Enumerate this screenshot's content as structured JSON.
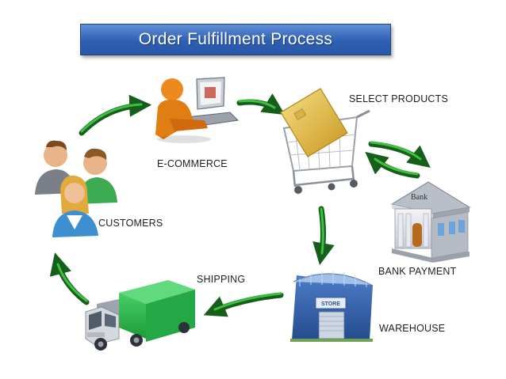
{
  "title": "Order Fulfillment Process",
  "nodes": {
    "ecommerce": {
      "label": "E-COMMERCE",
      "icon": "laptop-user-icon"
    },
    "select_products": {
      "label": "SELECT PRODUCTS",
      "icon": "shopping-cart-icon"
    },
    "bank_payment": {
      "label": "BANK PAYMENT",
      "icon": "bank-icon",
      "sign": "Bank"
    },
    "warehouse": {
      "label": "WAREHOUSE",
      "icon": "store-icon",
      "sign": "STORE"
    },
    "shipping": {
      "label": "SHIPPING",
      "icon": "truck-icon"
    },
    "customers": {
      "label": "CUSTOMERS",
      "icon": "people-icon"
    }
  },
  "colors": {
    "title_bg": "#2e5fb4",
    "arrow": "#2fa12f",
    "arrow_dark": "#0f4f14",
    "truck_cargo": "#2db84a",
    "cart_gold": "#e8c24a",
    "store_blue": "#2f5fa8"
  }
}
